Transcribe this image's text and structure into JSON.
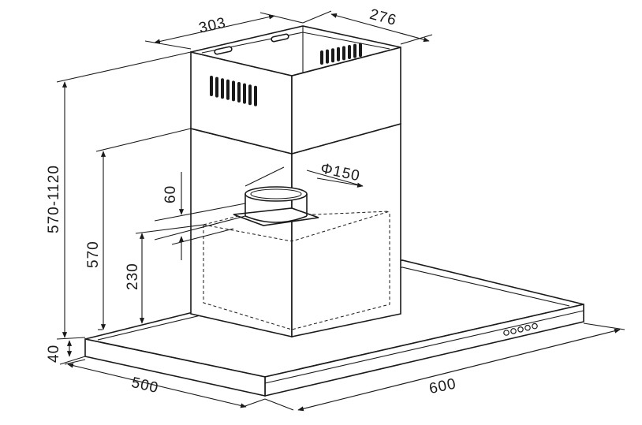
{
  "dimensions": {
    "chimney_width": "303",
    "chimney_depth": "276",
    "total_height": "570-1120",
    "duct_diameter": "Φ150",
    "outlet_offset": "60",
    "inner_height": "570",
    "box_height": "230",
    "canopy_thickness": "40",
    "canopy_depth": "500",
    "canopy_width": "600"
  },
  "control_buttons_count": 5
}
